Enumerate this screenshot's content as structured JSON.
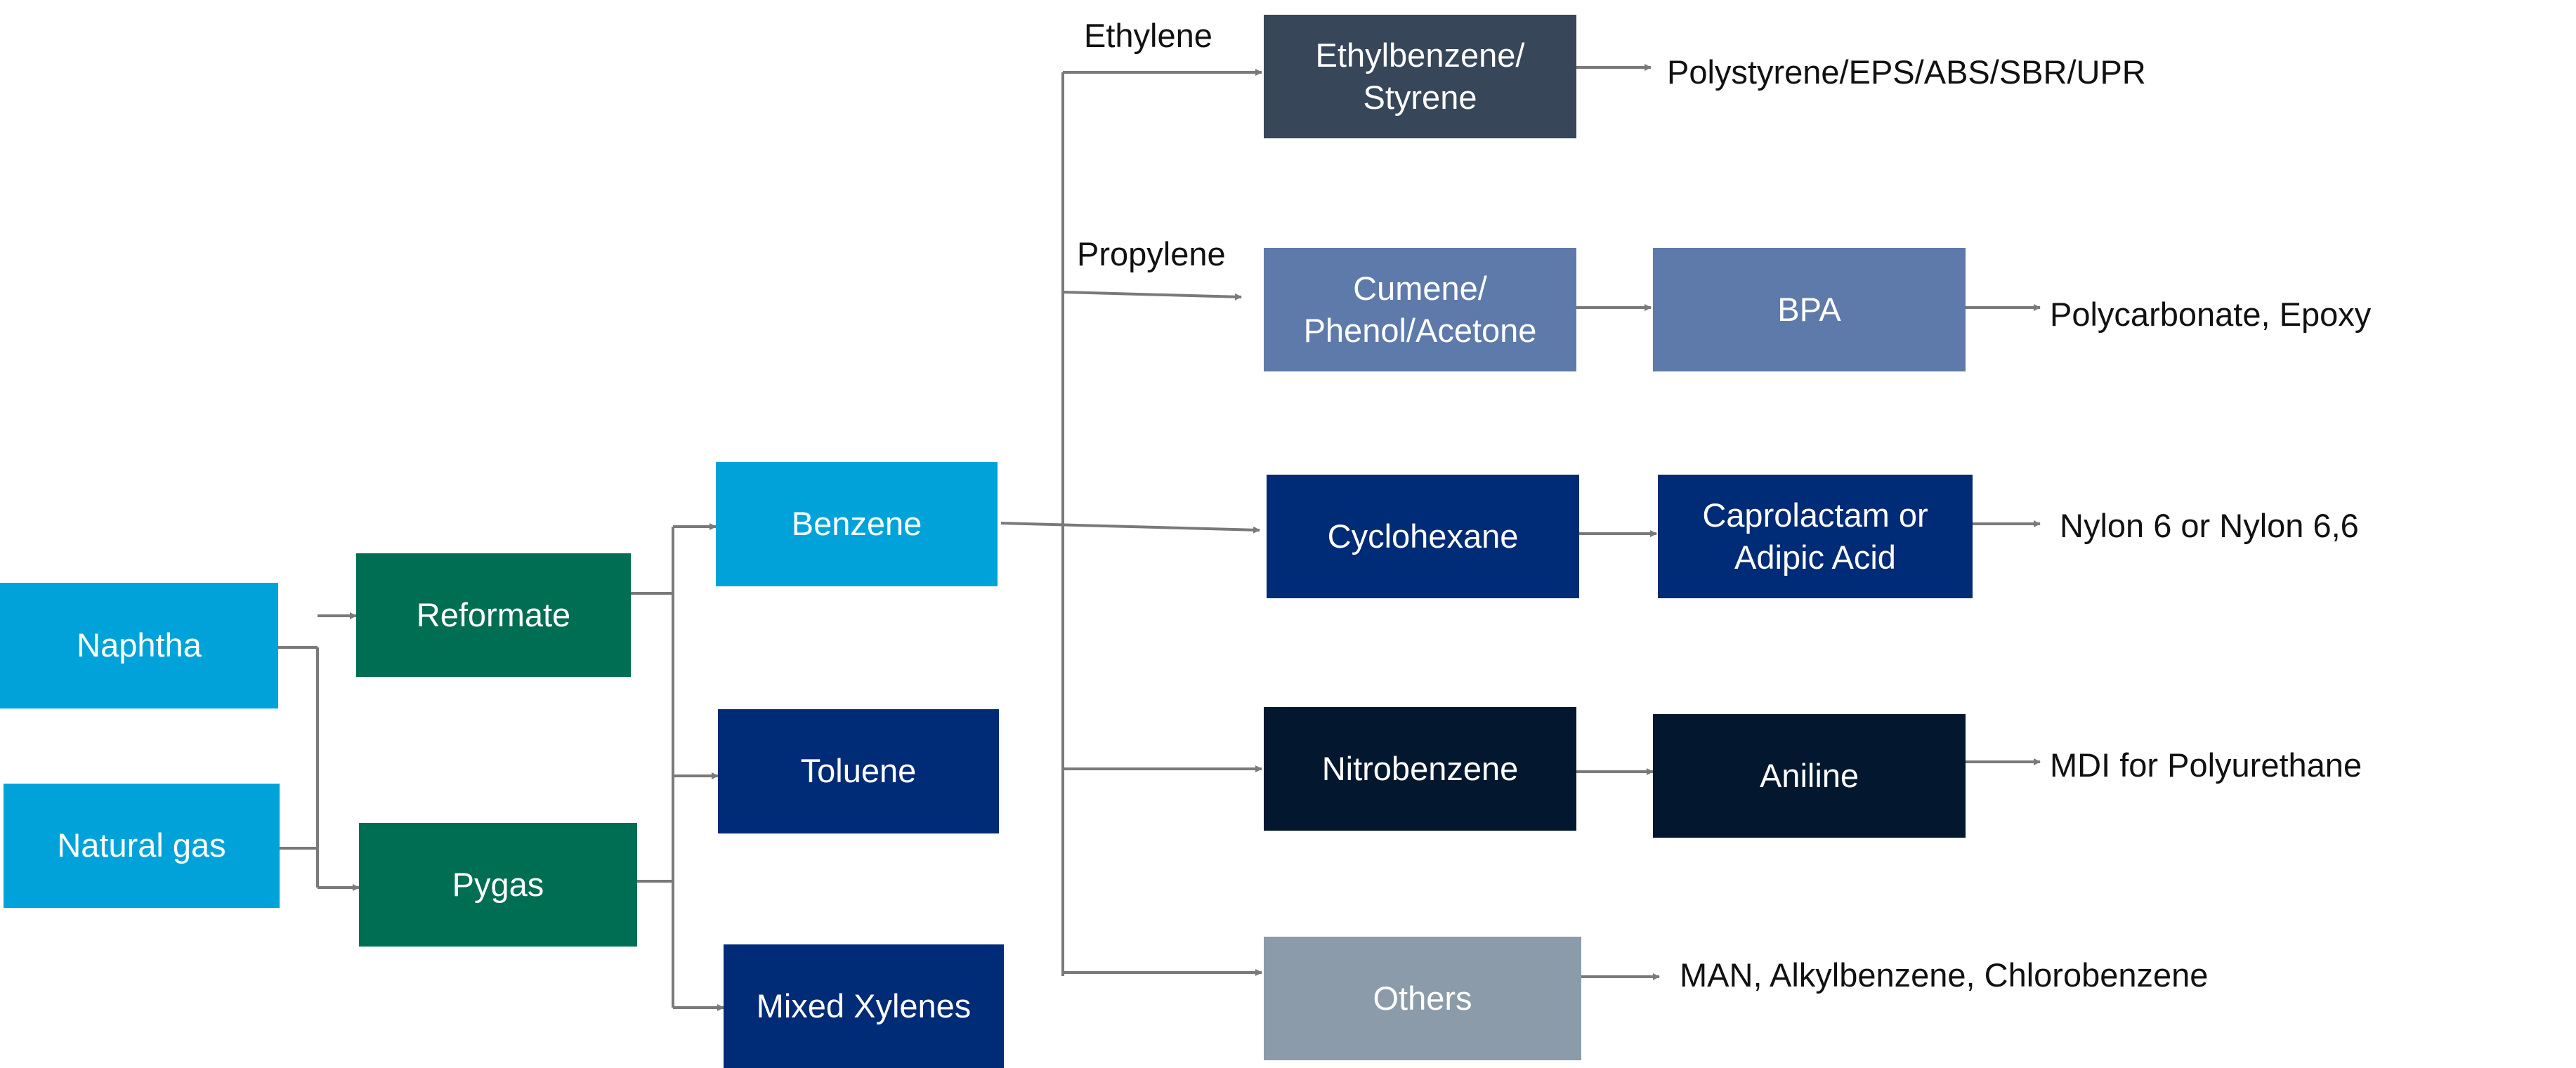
{
  "colors": {
    "light_blue": "#00A3D9",
    "green": "#006E52",
    "navy": "#002B76",
    "dark_slate": "#374659",
    "steel_blue": "#5D7AAB",
    "black_navy": "#03182E",
    "gray": "#8B9BA9",
    "arrow": "#7A7A7A"
  },
  "feedstocks": {
    "naphtha": "Naphtha",
    "natural_gas": "Natural gas"
  },
  "intermediates": {
    "reformate": "Reformate",
    "pygas": "Pygas"
  },
  "aromatics": {
    "benzene": "Benzene",
    "toluene": "Toluene",
    "mixed_xylenes": "Mixed Xylenes"
  },
  "reagents": {
    "ethylene": "Ethylene",
    "propylene": "Propylene"
  },
  "derivatives": {
    "ethylbenzene_styrene": "Ethylbenzene/\nStyrene",
    "cumene_phenol_acetone": "Cumene/\nPhenol/Acetone",
    "cyclohexane": "Cyclohexane",
    "nitrobenzene": "Nitrobenzene",
    "others": "Others"
  },
  "second_derivatives": {
    "bpa": "BPA",
    "caprolactam_adipic": "Caprolactam or\nAdipic Acid",
    "aniline": "Aniline"
  },
  "end_products": {
    "styrenics": "Polystyrene/EPS/ABS/SBR/UPR",
    "polycarbonate": "Polycarbonate, Epoxy",
    "nylon": "Nylon 6 or Nylon 6,6",
    "mdi": "MDI for Polyurethane",
    "others_products": "MAN, Alkylbenzene, Chlorobenzene"
  }
}
